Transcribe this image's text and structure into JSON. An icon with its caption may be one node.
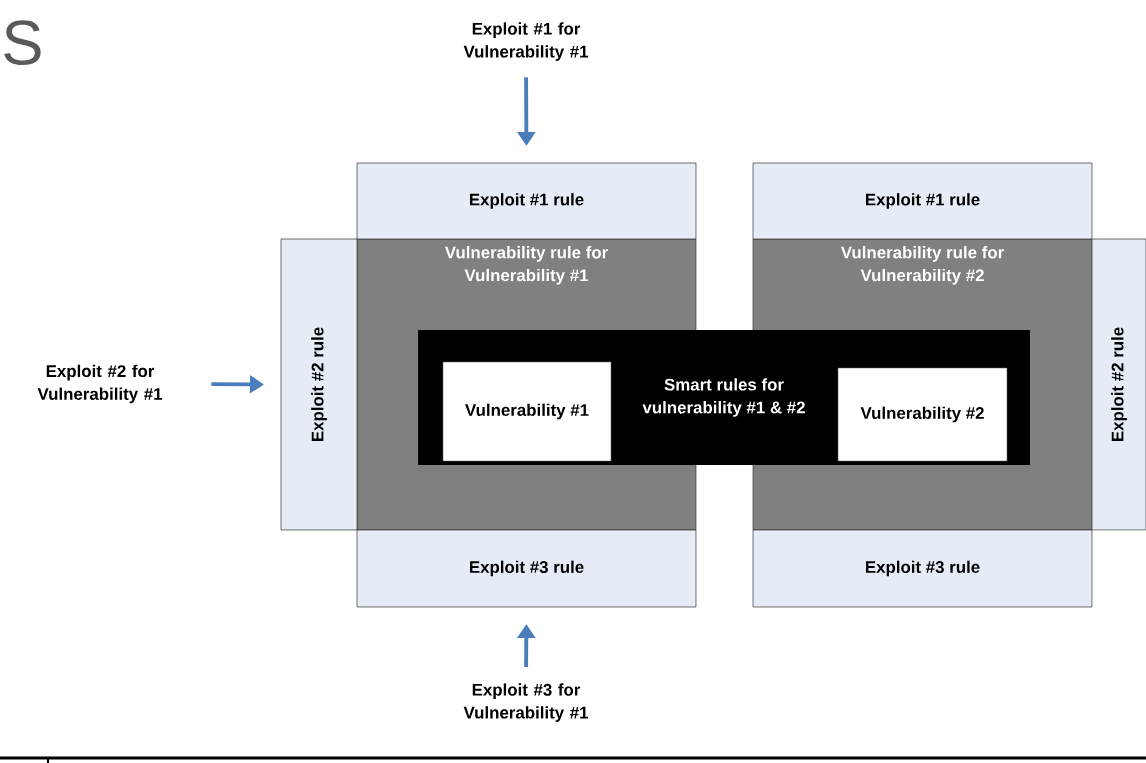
{
  "diagram": {
    "nodes": [
      {
        "text": [
          "Exploit #1 for Vulnerability #1"
        ]
      },
      {
        "text": [
          "Exploit #2 for Vulnerability #1"
        ]
      },
      {
        "text": [
          "Exploit #3 for Vulnerability #1"
        ]
      },
      {
        "text": [
          "Exploit #1 rule"
        ]
      },
      {
        "text": [
          "Vulnerability rule for Vulnerability #1"
        ]
      },
      {
        "text": [
          "Exploit #2 rule"
        ]
      },
      {
        "text": [
          "Exploit #3 rule"
        ]
      },
      {
        "text": [
          "Exploit #1 rule"
        ]
      },
      {
        "text": [
          "Vulnerability rule for Vulnerability #2"
        ]
      },
      {
        "text": [
          "Exploit #2 rule"
        ]
      },
      {
        "text": [
          "Exploit #3 rule"
        ]
      },
      {
        "text": [
          "Smart rules for vulnerability #1 & #2"
        ]
      },
      {
        "text": [
          "Vulnerability #1"
        ]
      },
      {
        "text": [
          "Vulnerability #2"
        ]
      }
    ],
    "edges": [
      {
        "from": 0,
        "to": 3,
        "arrow": "to"
      },
      {
        "from": 1,
        "to": 5,
        "arrow": "to"
      },
      {
        "from": 2,
        "to": 6,
        "arrow": "to"
      }
    ],
    "labels": [
      "S"
    ]
  }
}
